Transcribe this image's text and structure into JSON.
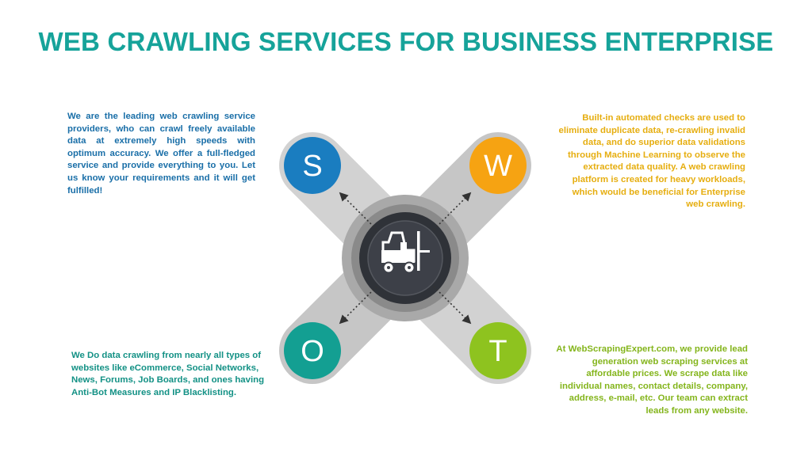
{
  "title": "WEB CRAWLING SERVICES FOR BUSINESS ENTERPRISE",
  "colors": {
    "title": "#16a39a",
    "s": "#1a7dc0",
    "w": "#f6a312",
    "o": "#139f92",
    "t": "#8ec31f",
    "s_text": "#1a6fa8",
    "w_text": "#e6ae10",
    "o_text": "#139185",
    "t_text": "#84b51c",
    "hub_dark": "#3a3d44"
  },
  "icons": {
    "center": "forklift-icon"
  },
  "quadrants": {
    "s": {
      "letter": "S",
      "text": "We are the leading web crawling service providers, who can crawl freely available data at extremely high speeds with optimum accuracy. We offer a full-fledged service and provide everything to you. Let us know your requirements and it will get fulfilled!"
    },
    "w": {
      "letter": "W",
      "text": "Built-in automated checks are used to eliminate duplicate data, re-crawling invalid data, and do superior data validations through Machine Learning to observe the extracted data quality. A web crawling platform is created for heavy workloads, which would be beneficial for Enterprise web crawling."
    },
    "o": {
      "letter": "O",
      "text": "We Do data crawling from nearly all types of websites like eCommerce, Social Networks, News, Forums, Job Boards, and ones having Anti-Bot Measures and IP Blacklisting."
    },
    "t": {
      "letter": "T",
      "text": "At WebScrapingExpert.com, we provide lead generation web scraping services at affordable prices. We scrape data like individual names, contact details, company, address, e-mail, etc. Our team can extract leads from any website."
    }
  }
}
